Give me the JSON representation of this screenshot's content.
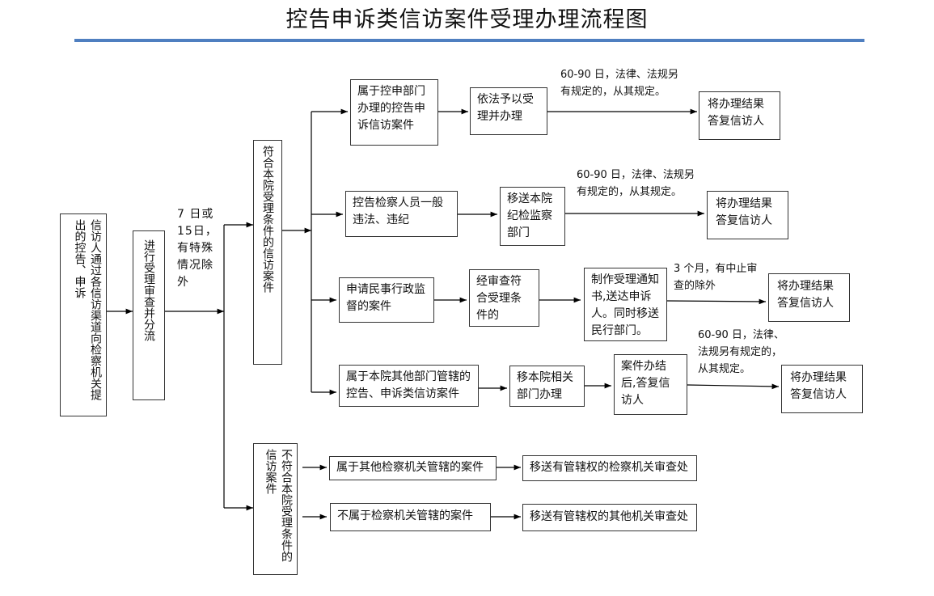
{
  "title": "控告申诉类信访案件受理办理流程图",
  "colors": {
    "accent_rule": "#4f7fc0",
    "line": "#000000"
  },
  "boxes": {
    "start": "信访人通过各信访渠道向检察机关提出的控告、申诉",
    "review": "进行受理审查并分流",
    "accept": "符合本院受理条件的信访案件",
    "reject": "不符合本院受理条件的信访案件",
    "b1": "属于控申部门办理的控告申诉信访案件",
    "b1_action": "依法予以受理并办理",
    "b1_result": "将办理结果答复信访人",
    "b2": "控告检察人员一般违法、违纪",
    "b2_action": "移送本院纪检监察部门",
    "b2_result": "将办理结果答复信访人",
    "b3": "申请民事行政监督的案件",
    "b3_review": "经审查符合受理条件的",
    "b3_notice": "制作受理通知书,送达申诉人。同时移送民行部门。",
    "b3_result": "将办理结果答复信访人",
    "b4": "属于本院其他部门管辖的控告、申诉类信访案件",
    "b4_transfer": "移本院相关部门办理",
    "b4_done": "案件办结后,答复信访人",
    "b4_result": "将办理结果答复信访人",
    "r1": "属于其他检察机关管辖的案件",
    "r1_action": "移送有管辖权的检察机关审查处",
    "r2": "不属于检察机关管辖的案件",
    "r2_action": "移送有管辖权的其他机关审查处"
  },
  "notes": {
    "deadline_review": "7 日或15日，有特殊情况除外",
    "n1": "60-90 日，法律、法规另有规定的，从其规定。",
    "n2": "60-90 日，法律、法规另有规定的，从其规定。",
    "n3": "3 个月，有中止审查的除外",
    "n4": "60-90 日，法律、法规另有规定的，从其规定。"
  }
}
